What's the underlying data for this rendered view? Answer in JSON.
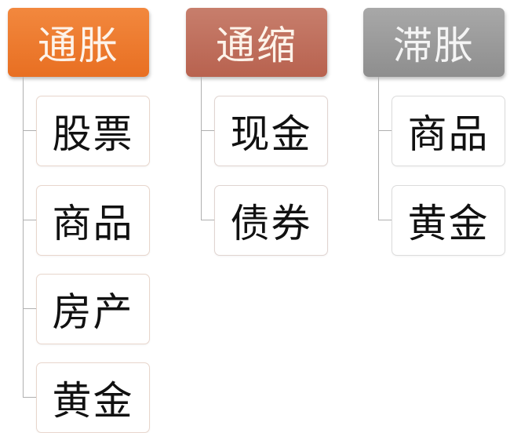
{
  "diagram": {
    "columns": [
      {
        "title": "通胀",
        "color": "#ee7a30",
        "items": [
          "股票",
          "商品",
          "房产",
          "黄金"
        ]
      },
      {
        "title": "通缩",
        "color": "#c0705e",
        "items": [
          "现金",
          "债券"
        ]
      },
      {
        "title": "滞胀",
        "color": "#9a9a9a",
        "items": [
          "商品",
          "黄金"
        ]
      }
    ]
  }
}
